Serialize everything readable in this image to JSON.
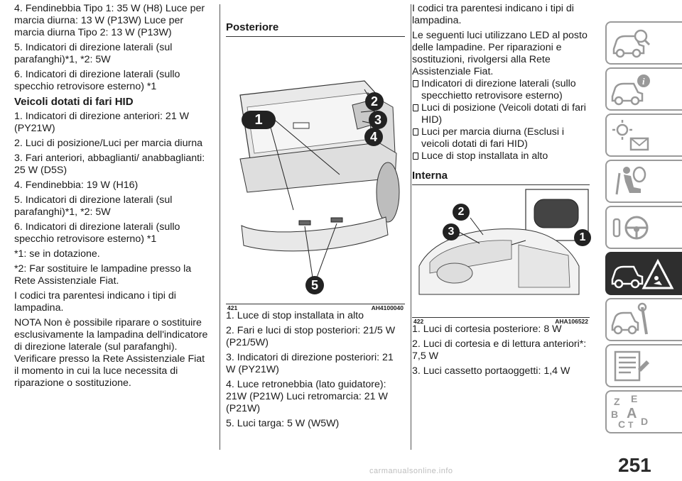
{
  "col1": {
    "p1": "4. Fendinebbia Tipo 1: 35 W (H8) Luce per marcia diurna: 13 W (P13W) Luce per marcia diurna Tipo 2: 13 W (P13W)",
    "p2": "5. Indicatori di direzione laterali (sul parafanghi)*1, *2: 5W",
    "p3": "6. Indicatori di direzione laterali (sullo specchio retrovisore esterno) *1",
    "hid_title": "Veicoli dotati di fari HID",
    "hid": [
      "1. Indicatori di direzione anteriori: 21 W (PY21W)",
      "2. Luci di posizione/Luci per marcia diurna",
      "3. Fari anteriori, abbaglianti/ anabbaglianti: 25 W (D5S)",
      "4. Fendinebbia: 19 W (H16)",
      "5. Indicatori di direzione laterali (sul parafanghi)*1, *2: 5W",
      "6. Indicatori di direzione laterali (sullo specchio retrovisore esterno) *1"
    ],
    "fn1": "*1: se in dotazione.",
    "fn2": "*2: Far sostituire le lampadine presso la Rete Assistenziale Fiat.",
    "p_codici": "I codici tra parentesi indicano i tipi di lampadina.",
    "nota": "NOTA Non è possibile riparare o sostituire esclusivamente la lampadina dell'indicatore di direzione laterale (sul parafanghi). Verificare presso la Rete Assistenziale Fiat il momento in cui la luce necessita di riparazione o sostituzione."
  },
  "col2": {
    "title": "Posteriore",
    "figure": {
      "number": "421",
      "code": "AH4100040",
      "callouts": [
        "1",
        "2",
        "3",
        "4",
        "5"
      ]
    },
    "items": [
      "1. Luce di stop installata in alto",
      "2. Fari e luci di stop posteriori: 21/5 W (P21/5W)",
      "3. Indicatori di direzione posteriori: 21 W (PY21W)",
      "4. Luce retronebbia (lato guidatore): 21W (P21W) Luci retromarcia: 21 W (P21W)",
      "5. Luci targa: 5 W (W5W)"
    ]
  },
  "col3": {
    "p1": "I codici tra parentesi indicano i tipi di lampadina.",
    "p2": "Le seguenti luci utilizzano LED al posto delle lampadine. Per riparazioni e sostituzioni, rivolgersi alla Rete Assistenziale Fiat.",
    "bullets": [
      "Indicatori di direzione laterali (sullo specchietto retrovisore esterno)",
      "Luci di posizione (Veicoli dotati di fari HID)",
      "Luci per marcia diurna (Esclusi i veicoli dotati di fari HID)",
      "Luce di stop installata in alto"
    ],
    "interna_title": "Interna",
    "figure": {
      "number": "422",
      "code": "AHA106522",
      "callouts": [
        "1",
        "2",
        "3"
      ]
    },
    "items": [
      "1. Luci di cortesia posteriore: 8 W",
      "2. Luci di cortesia e di lettura anteriori*: 7,5 W",
      "3. Luci cassetto portaoggetti: 1,4 W"
    ]
  },
  "tabs": [
    {
      "icon": "car-search-icon",
      "active": false
    },
    {
      "icon": "car-info-icon",
      "active": false
    },
    {
      "icon": "warning-lights-icon",
      "active": false
    },
    {
      "icon": "airbag-icon",
      "active": false
    },
    {
      "icon": "steering-wheel-key-icon",
      "active": false
    },
    {
      "icon": "car-warning-icon",
      "active": true
    },
    {
      "icon": "car-tools-icon",
      "active": false
    },
    {
      "icon": "data-list-icon",
      "active": false
    },
    {
      "icon": "alphabet-index-icon",
      "active": false
    }
  ],
  "tab_letters": [
    "Z",
    "E",
    "B",
    "A",
    "C",
    "T",
    "D"
  ],
  "page_number": "251",
  "watermark": "carmanualsonline.info",
  "colors": {
    "tab_border": "#9a9a9a",
    "tab_active": "#2e2e2e",
    "text": "#1a1a1a"
  }
}
